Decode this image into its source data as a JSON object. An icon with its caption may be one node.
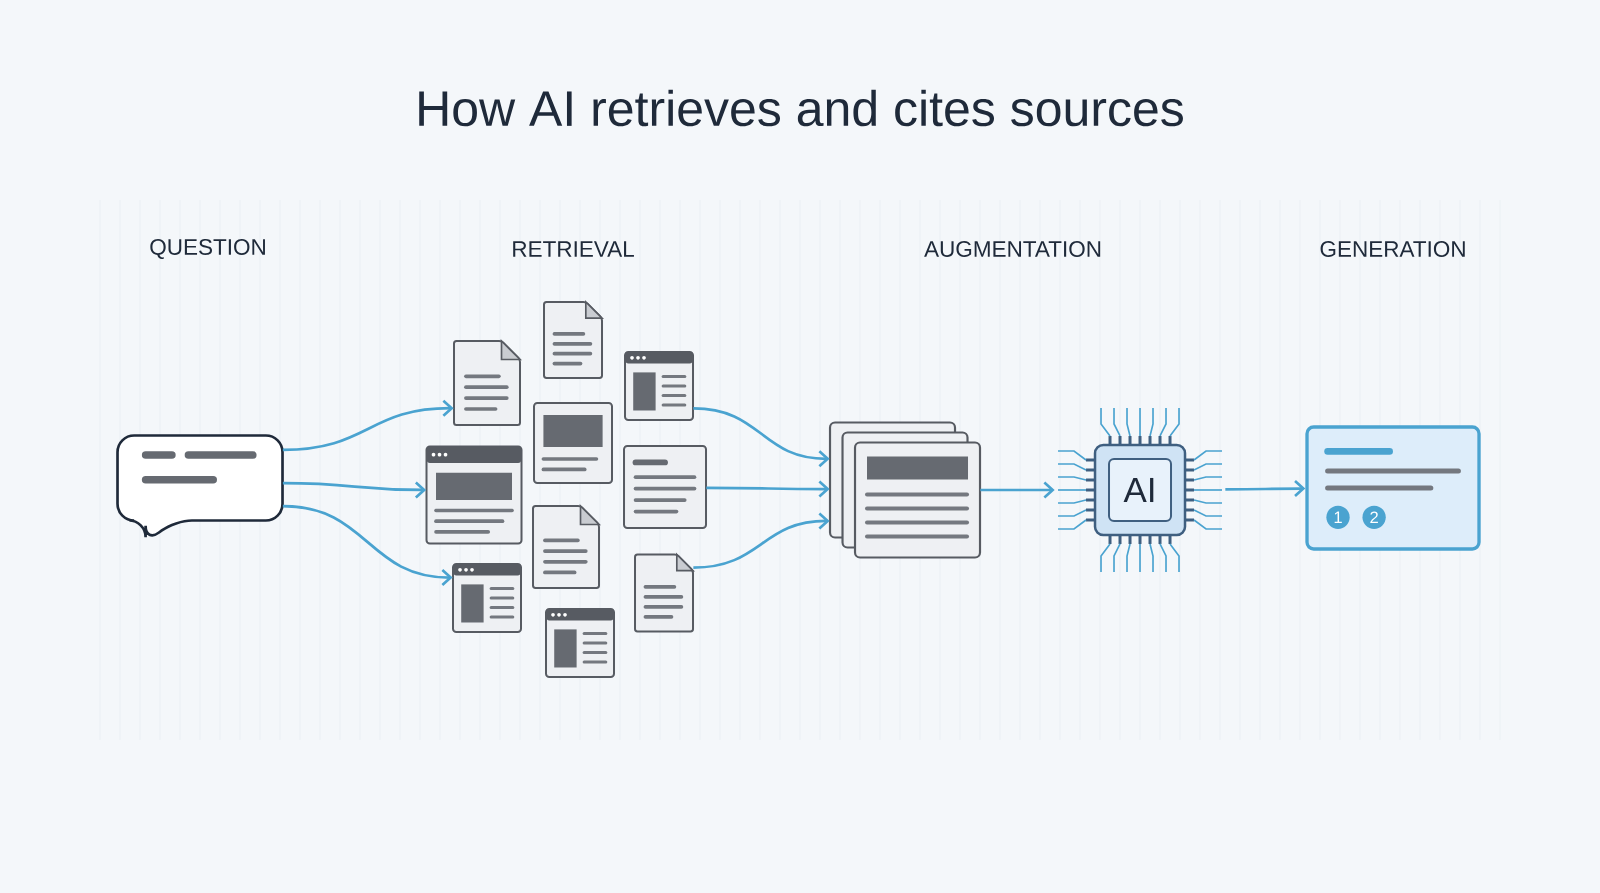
{
  "diagram": {
    "title": "How AI retrieves and cites sources",
    "nodes": [
      {
        "text": [],
        "shape": "picture"
      },
      {
        "text": [],
        "shape": "picture"
      },
      {
        "text": [],
        "shape": "picture"
      },
      {
        "text": [],
        "shape": "picture"
      },
      {
        "text": [],
        "shape": "picture"
      },
      {
        "text": [],
        "shape": "picture"
      },
      {
        "text": [],
        "shape": "picture"
      },
      {
        "text": [],
        "shape": "picture"
      },
      {
        "text": [],
        "shape": "picture"
      },
      {
        "text": [],
        "shape": "picture"
      },
      {
        "text": [],
        "shape": "picture"
      },
      {
        "text": [],
        "shape": "picture"
      },
      {
        "text": [
          "AI"
        ]
      },
      {
        "text": [
          "1",
          "2"
        ]
      }
    ],
    "edges": [
      {
        "from": 0,
        "to": 1,
        "arrow": "to"
      },
      {
        "from": 0,
        "to": 2,
        "arrow": "to"
      },
      {
        "from": 0,
        "to": 3,
        "arrow": "to"
      },
      {
        "from": 8,
        "to": 11,
        "arrow": "to"
      },
      {
        "from": 9,
        "to": 11,
        "arrow": "to"
      },
      {
        "from": 10,
        "to": 11,
        "arrow": "to"
      },
      {
        "from": 11,
        "to": 12,
        "arrow": "to"
      },
      {
        "from": 12,
        "to": 13,
        "arrow": "to"
      }
    ],
    "labels": [
      "QUESTION",
      "RETRIEVAL",
      "AUGMENTATION",
      "GENERATION"
    ]
  }
}
